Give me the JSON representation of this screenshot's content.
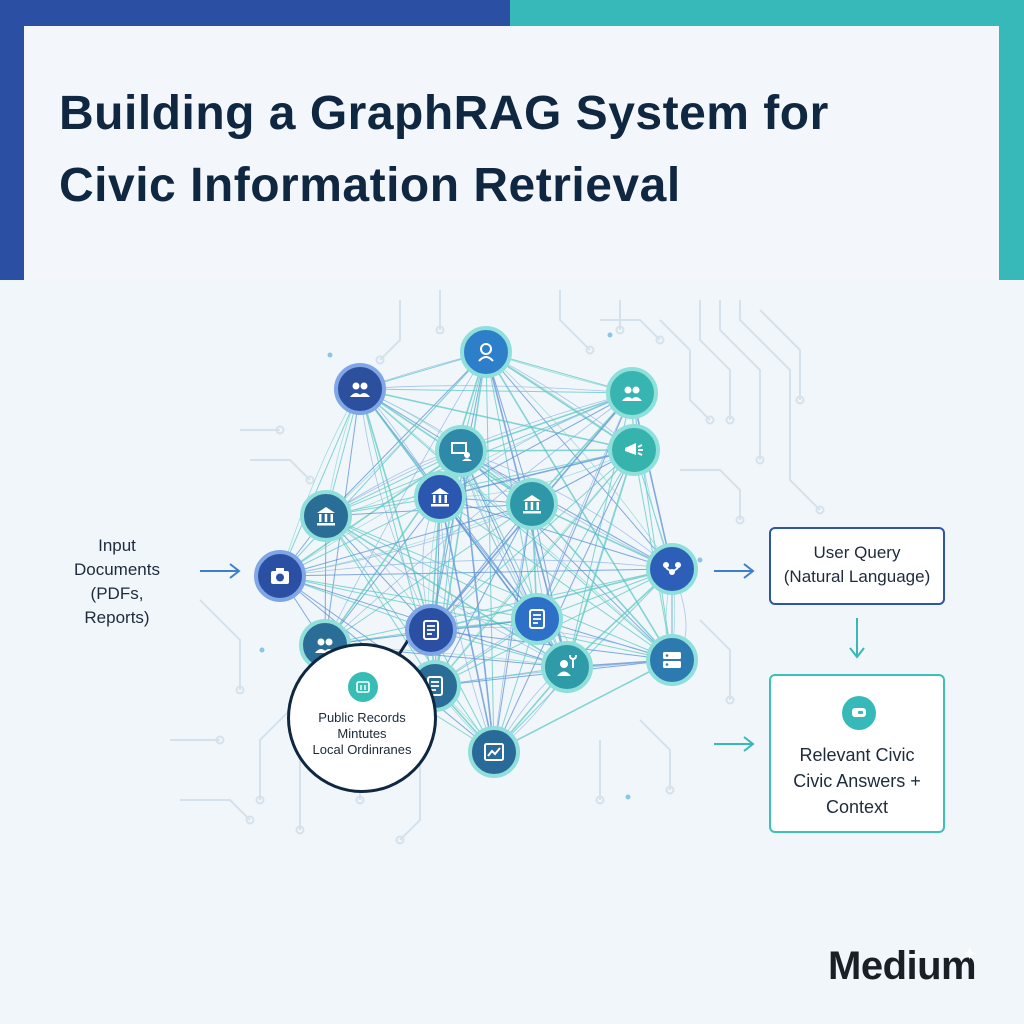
{
  "header": {
    "title": "Building a GraphRAG System for\nCivic Information Retrieval"
  },
  "input": {
    "line1": "Input",
    "line2": "Documents",
    "line3": "(PDFs, Reports)"
  },
  "callout": {
    "line1": "Public Records",
    "line2": "Mintutes",
    "line3": "Local Ordinranes"
  },
  "query": {
    "line1": "User Query",
    "line2": "(Natural Language)"
  },
  "answer": {
    "line1": "Relevant Civic",
    "line2": "Civic Answers +",
    "line3": "Context"
  },
  "brand": {
    "name": "Medium"
  },
  "nodes": [
    {
      "name": "node-person-top",
      "icon": "person-icon",
      "color": "#2e7fc9"
    },
    {
      "name": "node-group-left",
      "icon": "group-icon",
      "color": "#2c4f9e"
    },
    {
      "name": "node-group-right",
      "icon": "group-icon",
      "color": "#38b5b0"
    },
    {
      "name": "node-presentation",
      "icon": "presentation-icon",
      "color": "#2e8aa8"
    },
    {
      "name": "node-megaphone",
      "icon": "megaphone-icon",
      "color": "#36b3ac"
    },
    {
      "name": "node-building-left",
      "icon": "government-building-icon",
      "color": "#2a6e98"
    },
    {
      "name": "node-building-center",
      "icon": "government-building-icon",
      "color": "#2b57b0"
    },
    {
      "name": "node-building-teal",
      "icon": "government-building-icon",
      "color": "#2f98a8"
    },
    {
      "name": "node-camera",
      "icon": "camera-icon",
      "color": "#2b4fa3"
    },
    {
      "name": "node-people-right",
      "icon": "people-network-icon",
      "color": "#2d5fb8"
    },
    {
      "name": "node-doc-center",
      "icon": "document-icon",
      "color": "#2b4fa3"
    },
    {
      "name": "node-doc-right",
      "icon": "document-icon",
      "color": "#2e6fc8"
    },
    {
      "name": "node-location",
      "icon": "location-person-icon",
      "color": "#2f9aa8"
    },
    {
      "name": "node-server",
      "icon": "server-icon",
      "color": "#2d7ab0"
    },
    {
      "name": "node-chart",
      "icon": "chart-icon",
      "color": "#2a6a98"
    },
    {
      "name": "node-hidden-left",
      "icon": "group-icon",
      "color": "#2a6e98"
    },
    {
      "name": "node-hidden-bottom",
      "icon": "document-icon",
      "color": "#2a6e98"
    }
  ]
}
